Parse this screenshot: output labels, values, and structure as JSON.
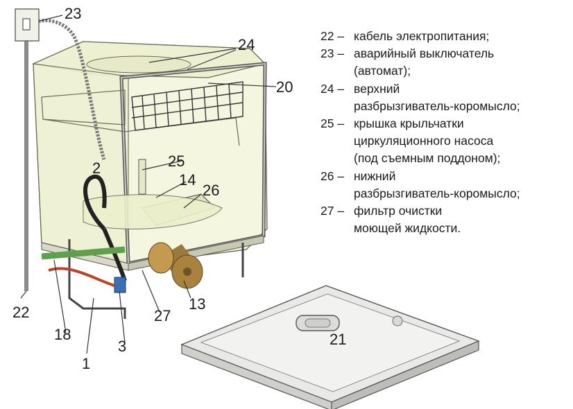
{
  "callouts": {
    "n1": "1",
    "n2": "2",
    "n3": "3",
    "n13": "13",
    "n14": "14",
    "n18": "18",
    "n20": "20",
    "n21": "21",
    "n22": "22",
    "n23": "23",
    "n24": "24",
    "n25": "25",
    "n26": "26",
    "n27": "27"
  },
  "legend": [
    {
      "key": "22 –",
      "lines": [
        "кабель электропитания;"
      ]
    },
    {
      "key": "23 –",
      "lines": [
        "аварийный выключатель",
        "(автомат);"
      ]
    },
    {
      "key": "24 –",
      "lines": [
        "верхний",
        "разбрызгиватель-коромысло;"
      ]
    },
    {
      "key": "25 –",
      "lines": [
        "крышка крыльчатки",
        "циркуляционного насоса",
        "(под съемным поддоном);"
      ]
    },
    {
      "key": "26 –",
      "lines": [
        "нижний",
        "разбрызгиватель-коромысло;"
      ]
    },
    {
      "key": "27 –",
      "lines": [
        "фильтр очистки",
        "моющей жидкости."
      ]
    }
  ]
}
